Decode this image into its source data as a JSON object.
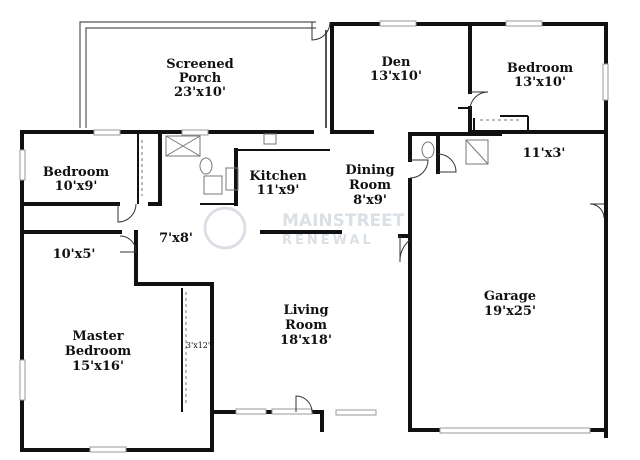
{
  "rooms": {
    "screened_porch": {
      "name_line1": "Screened",
      "name_line2": "Porch",
      "dims": "23'x10'"
    },
    "den": {
      "name": "Den",
      "dims": "13'x10'"
    },
    "bedroom_ne": {
      "name": "Bedroom",
      "dims": "13'x10'"
    },
    "bedroom_w": {
      "name": "Bedroom",
      "dims": "10'x9'"
    },
    "kitchen": {
      "name": "Kitchen",
      "dims": "11'x9'"
    },
    "dining": {
      "name_line1": "Dining",
      "name_line2": "Room",
      "dims": "8'x9'"
    },
    "laundry": {
      "dims": "11'x3'"
    },
    "hall": {
      "dims": "7'x8'"
    },
    "bath": {
      "dims": "10'x5'"
    },
    "master": {
      "name_line1": "Master",
      "name_line2": "Bedroom",
      "dims": "15'x16'"
    },
    "closet": {
      "dims": "3'x12'"
    },
    "living": {
      "name_line1": "Living",
      "name_line2": "Room",
      "dims": "18'x18'"
    },
    "garage": {
      "name": "Garage",
      "dims": "19'x25'"
    }
  },
  "watermark": {
    "line1": "MAINSTREET",
    "line2": "RENEWAL"
  },
  "colors": {
    "wall": "#111111",
    "fixture": "#777777",
    "window": "#bbbbbb"
  }
}
